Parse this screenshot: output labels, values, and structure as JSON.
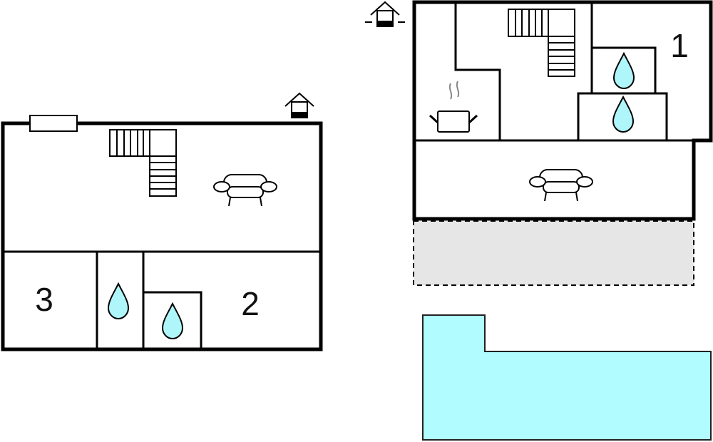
{
  "rooms": {
    "bedroom_1": "1",
    "bedroom_2": "2",
    "bedroom_3": "3"
  },
  "colors": {
    "water": "#aef6fa",
    "pool": "#b0fcff",
    "terrace": "#e6e6e6",
    "wall": "#000000"
  },
  "icons": [
    "entrance-icon",
    "stairs-icon",
    "sofa-icon",
    "bathroom-drop-icon",
    "kitchen-pot-icon",
    "window-icon"
  ]
}
